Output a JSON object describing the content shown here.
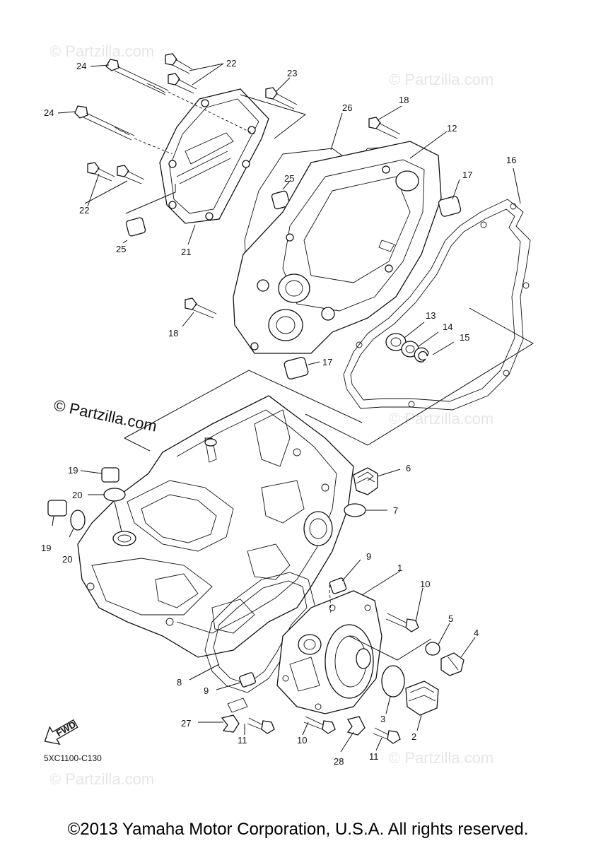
{
  "watermark": {
    "text": "© Partzilla.com"
  },
  "fwd_label": "FWD",
  "diagram_code": "5XC1100-C130",
  "copyright": "©2013 Yamaha Motor Corporation, U.S.A. All rights reserved.",
  "callouts": {
    "c1": "1",
    "c2": "2",
    "c3": "3",
    "c4": "4",
    "c5": "5",
    "c6": "6",
    "c7": "7",
    "c8": "8",
    "c9a": "9",
    "c9b": "9",
    "c10a": "10",
    "c10b": "10",
    "c11a": "11",
    "c11b": "11",
    "c12": "12",
    "c13": "13",
    "c14": "14",
    "c15": "15",
    "c16": "16",
    "c17a": "17",
    "c17b": "17",
    "c18a": "18",
    "c18b": "18",
    "c19a": "19",
    "c19b": "19",
    "c20a": "20",
    "c20b": "20",
    "c21": "21",
    "c22a": "22",
    "c22b": "22",
    "c23": "23",
    "c24a": "24",
    "c24b": "24",
    "c25a": "25",
    "c25b": "25",
    "c26": "26",
    "c27": "27",
    "c28": "28"
  }
}
